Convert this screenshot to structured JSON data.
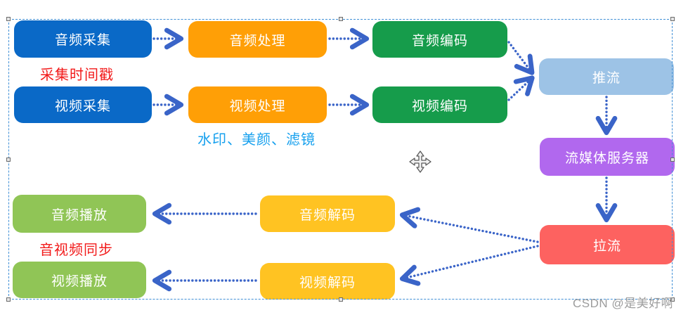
{
  "diagram": {
    "nodes": [
      {
        "id": "audio-capture",
        "label": "音频采集",
        "color": "#0a69c7"
      },
      {
        "id": "audio-process",
        "label": "音频处理",
        "color": "#ff9f06"
      },
      {
        "id": "audio-encode",
        "label": "音频编码",
        "color": "#169c4b"
      },
      {
        "id": "video-capture",
        "label": "视频采集",
        "color": "#0a69c7"
      },
      {
        "id": "video-process",
        "label": "视频处理",
        "color": "#ff9f06"
      },
      {
        "id": "video-encode",
        "label": "视频编码",
        "color": "#169c4b"
      },
      {
        "id": "push-stream",
        "label": "推流",
        "color": "#9dc3e6"
      },
      {
        "id": "media-server",
        "label": "流媒体服务器",
        "color": "#b168ee"
      },
      {
        "id": "pull-stream",
        "label": "拉流",
        "color": "#fd6260"
      },
      {
        "id": "audio-play",
        "label": "音频播放",
        "color": "#90c556"
      },
      {
        "id": "audio-decode",
        "label": "音频解码",
        "color": "#ffc322"
      },
      {
        "id": "video-play",
        "label": "视频播放",
        "color": "#90c556"
      },
      {
        "id": "video-decode",
        "label": "视频解码",
        "color": "#ffc322"
      }
    ],
    "annotations": [
      {
        "id": "capture-timestamp",
        "text": "采集时间戳",
        "color": "#f21a1a"
      },
      {
        "id": "filters-note",
        "text": "水印、美颜、滤镜",
        "color": "#16a0ee"
      },
      {
        "id": "av-sync",
        "text": "音视频同步",
        "color": "#f21a1a"
      }
    ],
    "arrow_color": "#3a64c8",
    "text_color": "#ffffff",
    "selection_border_color": "#3f8fd6"
  },
  "watermark": {
    "text": "CSDN @是美好啊",
    "color": "#9c9c9c"
  }
}
